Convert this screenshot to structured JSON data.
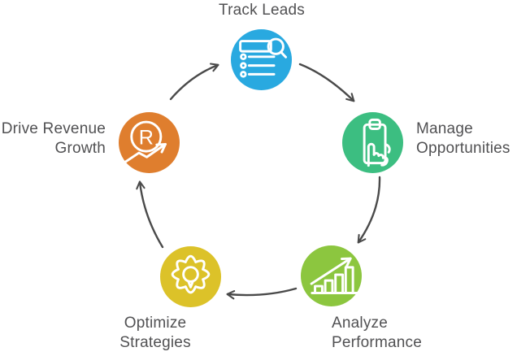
{
  "canvas": {
    "background": "#FFFFFF"
  },
  "diagram": {
    "type": "cycle",
    "direction": "clockwise",
    "arrow_color": "#4A4A4A",
    "label_color": "#515153",
    "nodes": [
      {
        "id": "track-leads",
        "label_line1": "Track Leads",
        "color": "#29A9E0",
        "icon": "list-search-icon"
      },
      {
        "id": "manage-opportunities",
        "label_line1": "Manage",
        "label_line2": "Opportunities",
        "color": "#3CBE81",
        "icon": "clipboard-hand-icon"
      },
      {
        "id": "analyze-performance",
        "label_line1": "Analyze",
        "label_line2": "Performance",
        "color": "#8CC63F",
        "icon": "bar-chart-arrow-icon"
      },
      {
        "id": "optimize-strategies",
        "label_line1": "Optimize",
        "label_line2": "Strategies",
        "color": "#DCC229",
        "icon": "gear-lightbulb-icon"
      },
      {
        "id": "drive-revenue-growth",
        "label_line1": "Drive Revenue",
        "label_line2": "Growth",
        "color": "#DF7E2E",
        "icon": "revenue-letter-arrow-icon"
      }
    ],
    "revenue_icon_letter": "R",
    "flow_order": [
      "Track Leads",
      "Manage Opportunities",
      "Analyze Performance",
      "Optimize Strategies",
      "Drive Revenue Growth"
    ]
  }
}
